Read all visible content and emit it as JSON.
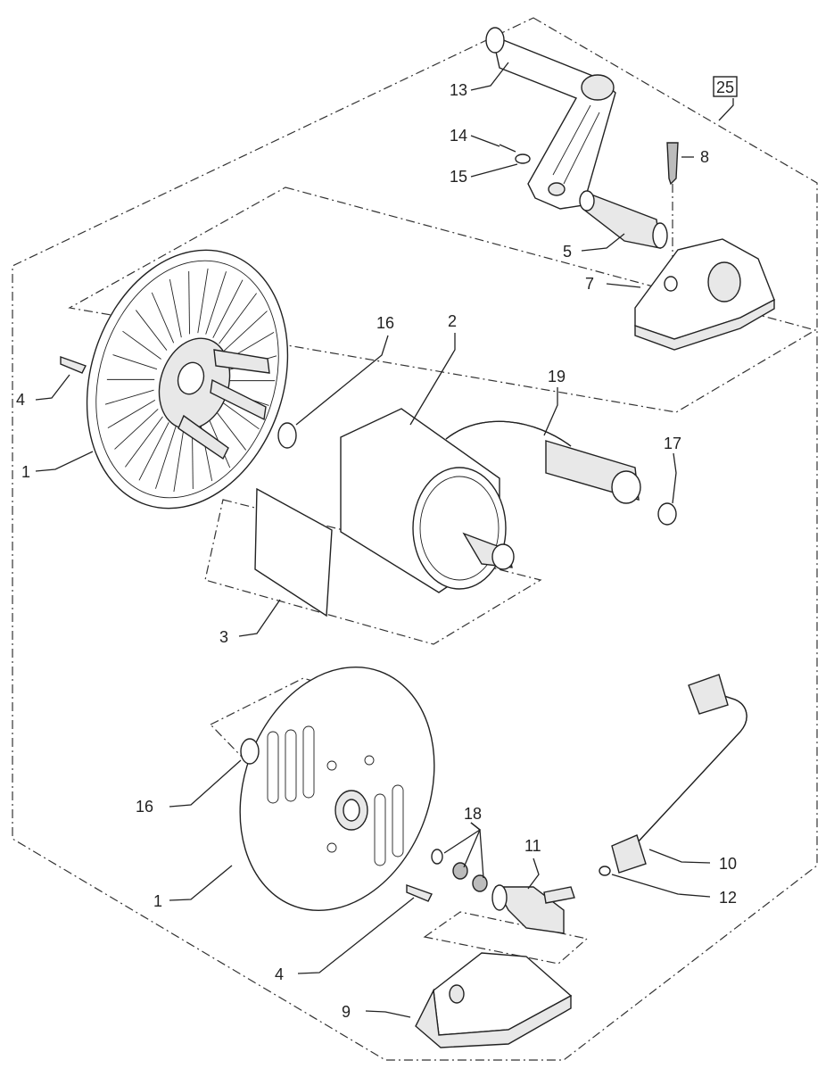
{
  "figure": {
    "assembly_label": "25",
    "callouts": [
      {
        "id": "c13",
        "text": "13"
      },
      {
        "id": "c14",
        "text": "14"
      },
      {
        "id": "c15",
        "text": "15"
      },
      {
        "id": "c8",
        "text": "8"
      },
      {
        "id": "c5",
        "text": "5"
      },
      {
        "id": "c7",
        "text": "7"
      },
      {
        "id": "c16a",
        "text": "16"
      },
      {
        "id": "c2",
        "text": "2"
      },
      {
        "id": "c19",
        "text": "19"
      },
      {
        "id": "c4a",
        "text": "4"
      },
      {
        "id": "c17",
        "text": "17"
      },
      {
        "id": "c1a",
        "text": "1"
      },
      {
        "id": "c3",
        "text": "3"
      },
      {
        "id": "c16b",
        "text": "16"
      },
      {
        "id": "c18",
        "text": "18"
      },
      {
        "id": "c11",
        "text": "11"
      },
      {
        "id": "c10",
        "text": "10"
      },
      {
        "id": "c1b",
        "text": "1"
      },
      {
        "id": "c12",
        "text": "12"
      },
      {
        "id": "c4b",
        "text": "4"
      },
      {
        "id": "c9",
        "text": "9"
      }
    ]
  }
}
